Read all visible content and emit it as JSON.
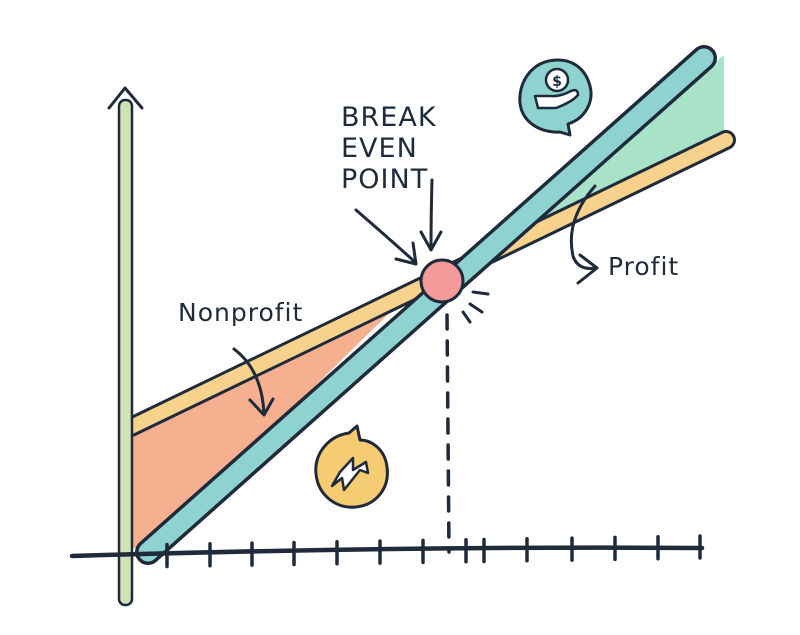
{
  "labels": {
    "break_even_line1": "BREAK",
    "break_even_line2": "EVEN",
    "break_even_line3": "POINT",
    "nonprofit": "Nonprofit",
    "profit": "Profit"
  },
  "icons": {
    "profit_bubble": "hand-dollar-coin-icon",
    "loss_bubble": "downward-arrow-icon"
  },
  "colors": {
    "y_axis": "#cfe3b4",
    "outline": "#1f2a3a",
    "teal_line": "#8fd3d0",
    "yellow_line": "#f7d28c",
    "loss_fill": "#f6b08f",
    "profit_fill": "#a7e2c9",
    "break_even_dot": "#f49a9a",
    "coin_bubble": "#8fd3d0",
    "loss_bubble": "#f5cc72"
  }
}
